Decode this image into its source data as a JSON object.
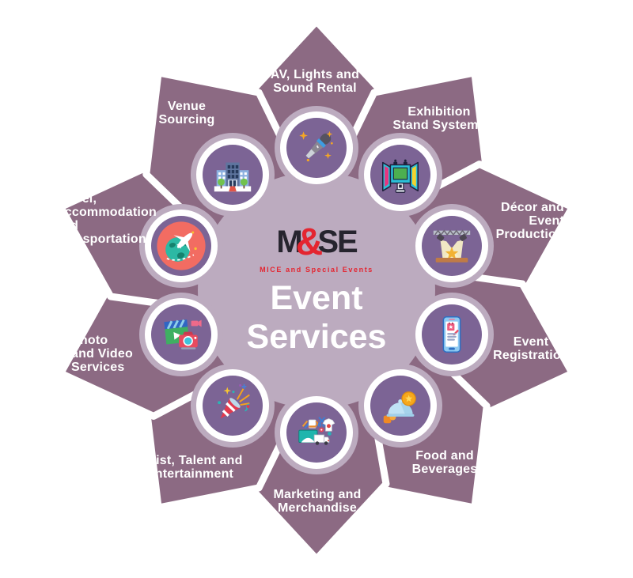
{
  "colors": {
    "petal": "#8c6a83",
    "flower": "#bcabbf",
    "icon_bg": "#7c6495",
    "logo_dark": "#26242e",
    "logo_red": "#e42530",
    "label_text": "#ffffff"
  },
  "center": {
    "logo_m": "M",
    "logo_amp": "&",
    "logo_se": "SE",
    "logo_subtitle": "MICE and Special Events",
    "title": "Event\nServices"
  },
  "segments": [
    {
      "label": "AV, Lights and\nSound Rental",
      "icon": "microphone-icon"
    },
    {
      "label": "Exhibition\nStand Systems",
      "icon": "exhibition-stand-icon"
    },
    {
      "label": "Décor and\nEvent\nProduction",
      "icon": "stage-spotlights-icon"
    },
    {
      "label": "Event\nRegistration",
      "icon": "registration-phone-icon"
    },
    {
      "label": "Food and\nBeverages",
      "icon": "food-cloche-icon"
    },
    {
      "label": "Marketing and\nMerchandise",
      "icon": "merchandise-icon"
    },
    {
      "label": "Artist, Talent and\nEntertainment",
      "icon": "party-popper-icon"
    },
    {
      "label": "Photo\nand Video\nServices",
      "icon": "camera-clapperboard-icon"
    },
    {
      "label": "Travel,\nAccommodation\nand\nTransportation",
      "icon": "airplane-globe-icon"
    },
    {
      "label": "Venue\nSourcing",
      "icon": "buildings-icon"
    }
  ]
}
